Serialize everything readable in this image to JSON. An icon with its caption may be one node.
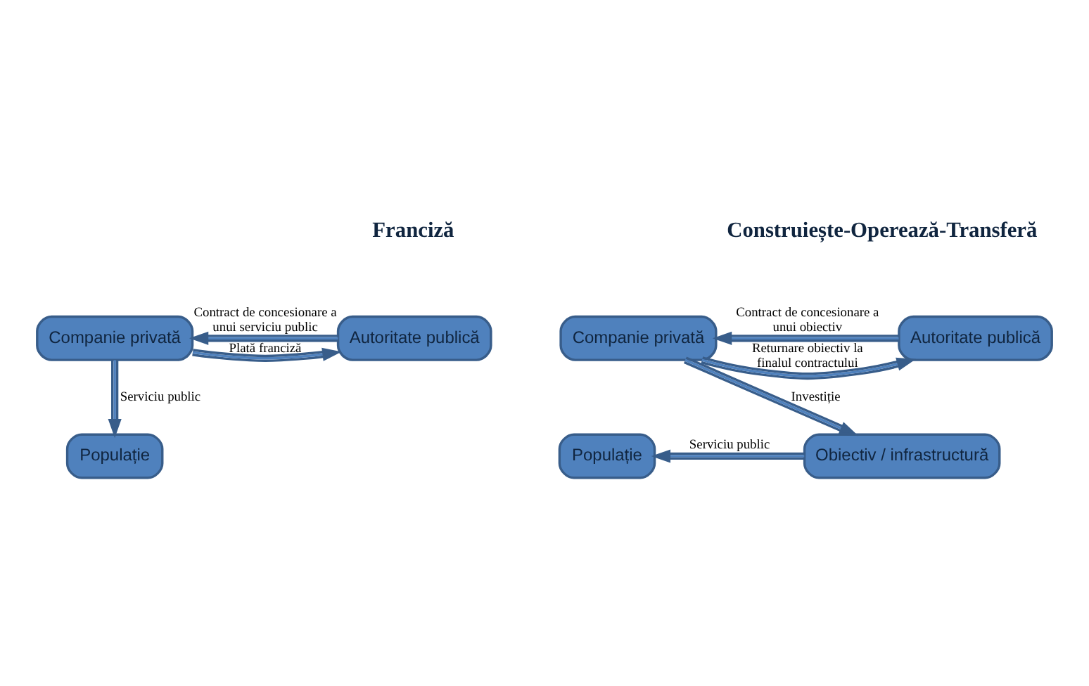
{
  "diagram": {
    "nodes": [
      {
        "text": [
          "Autoritate publică"
        ]
      },
      {
        "text": [
          "Companie privată"
        ]
      },
      {
        "text": [
          "Populație"
        ]
      },
      {
        "text": [
          "Autoritate publică"
        ]
      },
      {
        "text": [
          "Companie privată"
        ]
      },
      {
        "text": [
          "Populație"
        ]
      },
      {
        "text": [
          "Obiectiv / infrastructură"
        ]
      }
    ],
    "edges": [
      {
        "from": 0,
        "to": 1,
        "arrow": "to",
        "label": "Contract de concesionare a unui serviciu public"
      },
      {
        "from": 1,
        "to": 0,
        "arrow": "to",
        "label": "Plată franciză"
      },
      {
        "from": 1,
        "to": 2,
        "arrow": "to",
        "label": "Serviciu public"
      },
      {
        "from": 3,
        "to": 4,
        "arrow": "to",
        "label": "Contract de concesionare a unui obiectiv"
      },
      {
        "from": 4,
        "to": 3,
        "arrow": "to",
        "label": "Returnare obiectiv la finalul contractului"
      },
      {
        "from": 4,
        "to": 6,
        "arrow": "to",
        "label": "Investiție"
      },
      {
        "from": 6,
        "to": 5,
        "arrow": "to",
        "label": "Serviciu public"
      }
    ],
    "labels": [
      "Franciză",
      "Construiește-Operează-Transferă"
    ]
  }
}
